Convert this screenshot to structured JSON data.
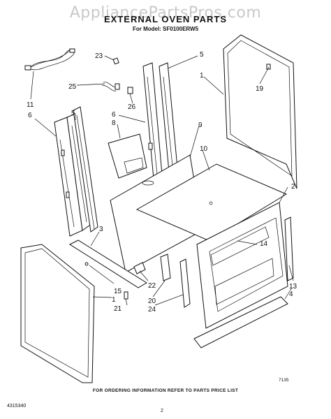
{
  "watermark": "AppliancePartsPros.com",
  "title": "EXTERNAL OVEN PARTS",
  "model_line": "For Model: SF0100ERW5",
  "callouts": {
    "c23": "23",
    "c5a": "5",
    "c1a": "1",
    "c19": "19",
    "c25": "25",
    "c26": "26",
    "c11": "11",
    "c6a": "6",
    "c5b": "5",
    "c6b": "6",
    "c8": "8",
    "c9": "9",
    "c10": "10",
    "c2": "2",
    "c3": "3",
    "c14": "14",
    "c15": "15",
    "c1b": "1",
    "c21": "21",
    "c22": "22",
    "c20": "20",
    "c24": "24",
    "c13": "13",
    "c4": "4"
  },
  "footer_note": "FOR ORDERING INFORMATION REFER TO PARTS PRICE LIST",
  "doc_number": "4315340",
  "page_number": "2",
  "figure_code": "7135"
}
